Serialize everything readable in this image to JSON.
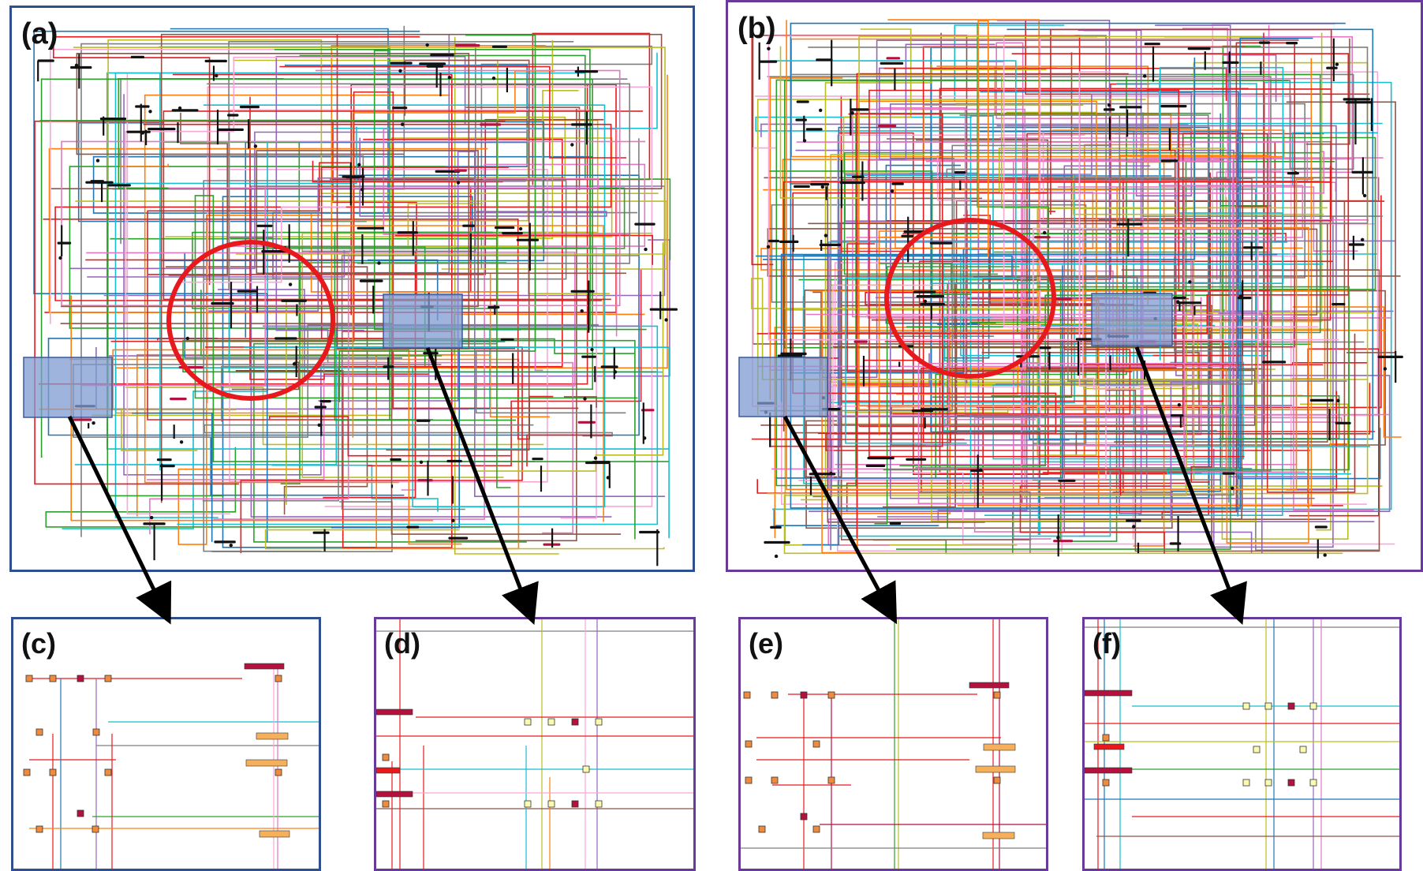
{
  "panels": {
    "a": {
      "label": "(a)",
      "border": "#2f4f8f"
    },
    "b": {
      "label": "(b)",
      "border": "#6a3a9a"
    },
    "c": {
      "label": "(c)",
      "border": "#2f4f8f"
    },
    "d": {
      "label": "(d)",
      "border": "#6a3a9a"
    },
    "e": {
      "label": "(e)",
      "border": "#6a3a9a"
    },
    "f": {
      "label": "(f)",
      "border": "#6a3a9a"
    }
  },
  "colors": {
    "highlight_circle": "#e8191d",
    "zoom_box": "#7f9bd1",
    "arrow": "#000000",
    "bus": "#111111",
    "bus_major": "#b3123f",
    "bus_minor": "#f6b05a",
    "node_orange": "#f08a3c",
    "node_crimson": "#b3123f",
    "node_yellow": "#fafab0",
    "wire_palette": [
      "#e8191d",
      "#1f77b4",
      "#2ca02c",
      "#ff7f0e",
      "#9467bd",
      "#8c564b",
      "#e377c2",
      "#7f7f7f",
      "#bcbd22",
      "#17becf",
      "#d62728",
      "#f7a8d8"
    ]
  },
  "icons": {
    "highlight": "red-circle",
    "zoom_region": "blue-rectangle",
    "zoom_link": "arrow"
  }
}
